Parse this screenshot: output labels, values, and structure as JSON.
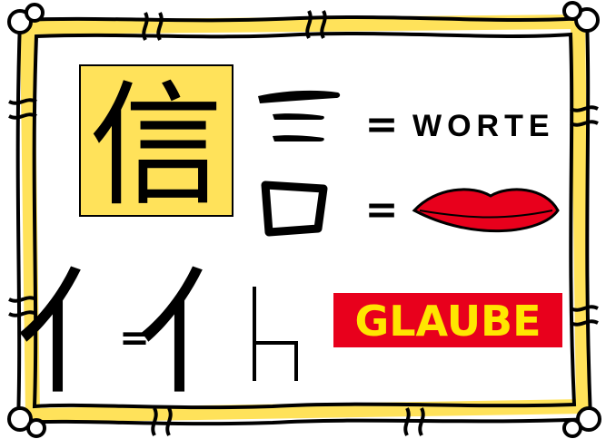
{
  "main_character": "信",
  "upper_component": "言",
  "radical_person": "亻",
  "word_worte": "WORTE",
  "word_glaube": "GLAUBE",
  "equals_sign": "=",
  "colors": {
    "frame_yellow": "#ffe25a",
    "highlight_yellow": "#ffe25a",
    "glaube_bg": "#e8001c",
    "glaube_text": "#ffe600",
    "lips_red": "#e8001c",
    "ink": "#000000"
  },
  "icons": [
    "lips-icon",
    "chair-icon",
    "speech-strokes-icon",
    "mouth-box-icon",
    "bone-frame-icon"
  ]
}
